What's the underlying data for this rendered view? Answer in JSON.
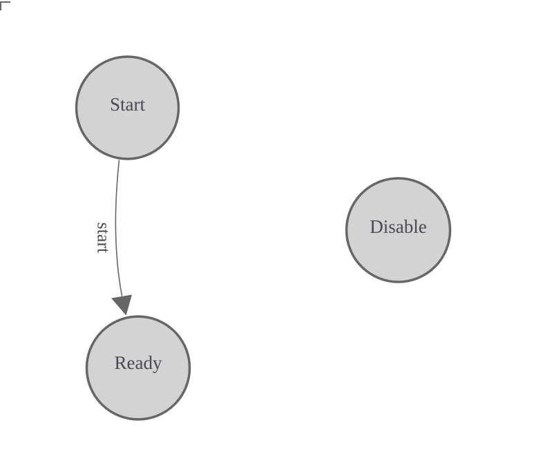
{
  "diagram": {
    "kind": "state-machine-graph",
    "nodes": [
      {
        "id": "start",
        "label": "Start"
      },
      {
        "id": "ready",
        "label": "Ready"
      },
      {
        "id": "disable",
        "label": "Disable"
      }
    ],
    "edges": [
      {
        "from": "Start",
        "to": "Ready",
        "label": "start",
        "arrowhead": "filled-triangle"
      }
    ],
    "colors": {
      "background": "#ffffff",
      "node_fill": "#d3d3d3",
      "node_stroke": "#666666",
      "edge_stroke": "#666666",
      "arrowhead_fill": "#666666",
      "label_text": "#4a4a4f",
      "origin_marker": "#666666"
    }
  }
}
